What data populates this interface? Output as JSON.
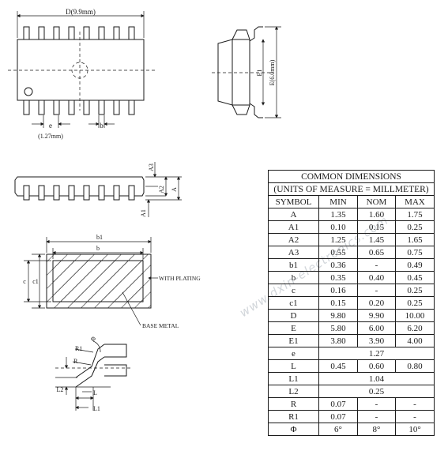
{
  "top_view": {
    "length_label": "D(9.9mm)",
    "pitch_label": "e",
    "pitch_value": "(1.27mm)",
    "lead_width_label": "b"
  },
  "side_view": {
    "e_label": "E(6.0mm)",
    "e1_label": "E1"
  },
  "front_view": {
    "labels": [
      "A3",
      "A2",
      "A",
      "A1"
    ]
  },
  "section_view": {
    "b1_label": "b1",
    "b_label": "b",
    "c_label": "c",
    "c1_label": "c1",
    "plating_label": "WITH PLATING",
    "base_label": "BASE METAL"
  },
  "lead_detail": {
    "labels": [
      "R1",
      "R",
      "Φ",
      "L2",
      "L",
      "L1"
    ]
  },
  "table": {
    "title": "COMMON DIMENSIONS",
    "subtitle": "(UNITS OF MEASURE = MILLMETER)",
    "headers": [
      "SYMBOL",
      "MIN",
      "NOM",
      "MAX"
    ],
    "rows": [
      {
        "symbol": "A",
        "min": "1.35",
        "nom": "1.60",
        "max": "1.75"
      },
      {
        "symbol": "A1",
        "min": "0.10",
        "nom": "0.15",
        "max": "0.25"
      },
      {
        "symbol": "A2",
        "min": "1.25",
        "nom": "1.45",
        "max": "1.65"
      },
      {
        "symbol": "A3",
        "min": "0.55",
        "nom": "0.65",
        "max": "0.75"
      },
      {
        "symbol": "b1",
        "min": "0.36",
        "nom": "-",
        "max": "0.49"
      },
      {
        "symbol": "b",
        "min": "0.35",
        "nom": "0.40",
        "max": "0.45"
      },
      {
        "symbol": "c",
        "min": "0.16",
        "nom": "-",
        "max": "0.25"
      },
      {
        "symbol": "c1",
        "min": "0.15",
        "nom": "0.20",
        "max": "0.25"
      },
      {
        "symbol": "D",
        "min": "9.80",
        "nom": "9.90",
        "max": "10.00"
      },
      {
        "symbol": "E",
        "min": "5.80",
        "nom": "6.00",
        "max": "6.20"
      },
      {
        "symbol": "E1",
        "min": "3.80",
        "nom": "3.90",
        "max": "4.00"
      },
      {
        "symbol": "e",
        "span": "1.27"
      },
      {
        "symbol": "L",
        "min": "0.45",
        "nom": "0.60",
        "max": "0.80"
      },
      {
        "symbol": "L1",
        "span": "1.04"
      },
      {
        "symbol": "L2",
        "span": "0.25"
      },
      {
        "symbol": "R",
        "min": "0.07",
        "nom": "-",
        "max": "-"
      },
      {
        "symbol": "R1",
        "min": "0.07",
        "nom": "-",
        "max": "-"
      },
      {
        "symbol": "Φ",
        "min": "6°",
        "nom": "8°",
        "max": "10°"
      }
    ]
  },
  "watermark": "www.dxin-electronics.com"
}
